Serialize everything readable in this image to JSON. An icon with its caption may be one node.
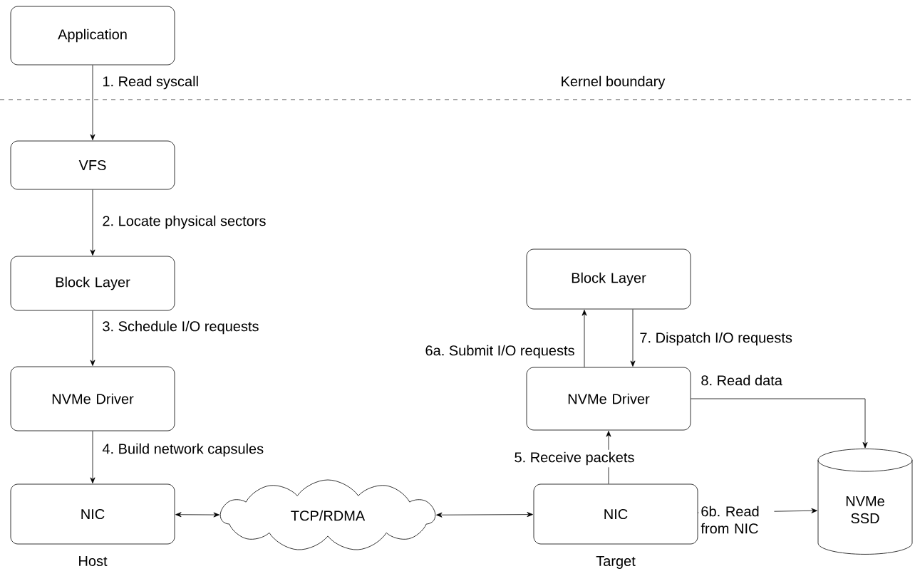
{
  "diagram": {
    "nodes": [
      {
        "text": [
          "Application"
        ]
      },
      {
        "text": [
          "VFS"
        ]
      },
      {
        "text": [
          "Block Layer"
        ]
      },
      {
        "text": [
          "NVMe Driver"
        ]
      },
      {
        "text": [
          "NIC"
        ],
        "beside": [
          "Host"
        ]
      },
      {
        "text": [
          "TCP/RDMA"
        ]
      },
      {
        "text": [
          "Block Layer"
        ]
      },
      {
        "text": [
          "NVMe Driver"
        ]
      },
      {
        "text": [
          "NIC"
        ],
        "beside": [
          "Target"
        ]
      },
      {
        "text": [
          "NVMe SSD"
        ]
      }
    ],
    "edges": [
      {
        "from": 0,
        "to": 1,
        "arrow": "to",
        "label": "1. Read syscall"
      },
      {
        "from": 1,
        "to": 2,
        "arrow": "to",
        "label": "2. Locate physical sectors"
      },
      {
        "from": 2,
        "to": 3,
        "arrow": "to",
        "label": "3. Schedule I/O requests"
      },
      {
        "from": 3,
        "to": 4,
        "arrow": "to",
        "label": "4. Build network capsules"
      },
      {
        "from": 4,
        "to": 5,
        "arrow": "both"
      },
      {
        "from": 5,
        "to": 8,
        "arrow": "both"
      },
      {
        "from": 8,
        "to": 7,
        "arrow": "to",
        "label": "5. Receive packets"
      },
      {
        "from": 7,
        "to": 6,
        "arrow": "to",
        "label": "6a. Submit I/O requests"
      },
      {
        "from": 6,
        "to": 7,
        "arrow": "to",
        "label": "7. Dispatch I/O requests"
      },
      {
        "from": 7,
        "to": 9,
        "arrow": "to",
        "label": "8. Read data"
      },
      {
        "from": 8,
        "to": 9,
        "arrow": "to",
        "label": "6b. Read from NIC"
      }
    ],
    "labels": [
      "Kernel boundary"
    ]
  }
}
